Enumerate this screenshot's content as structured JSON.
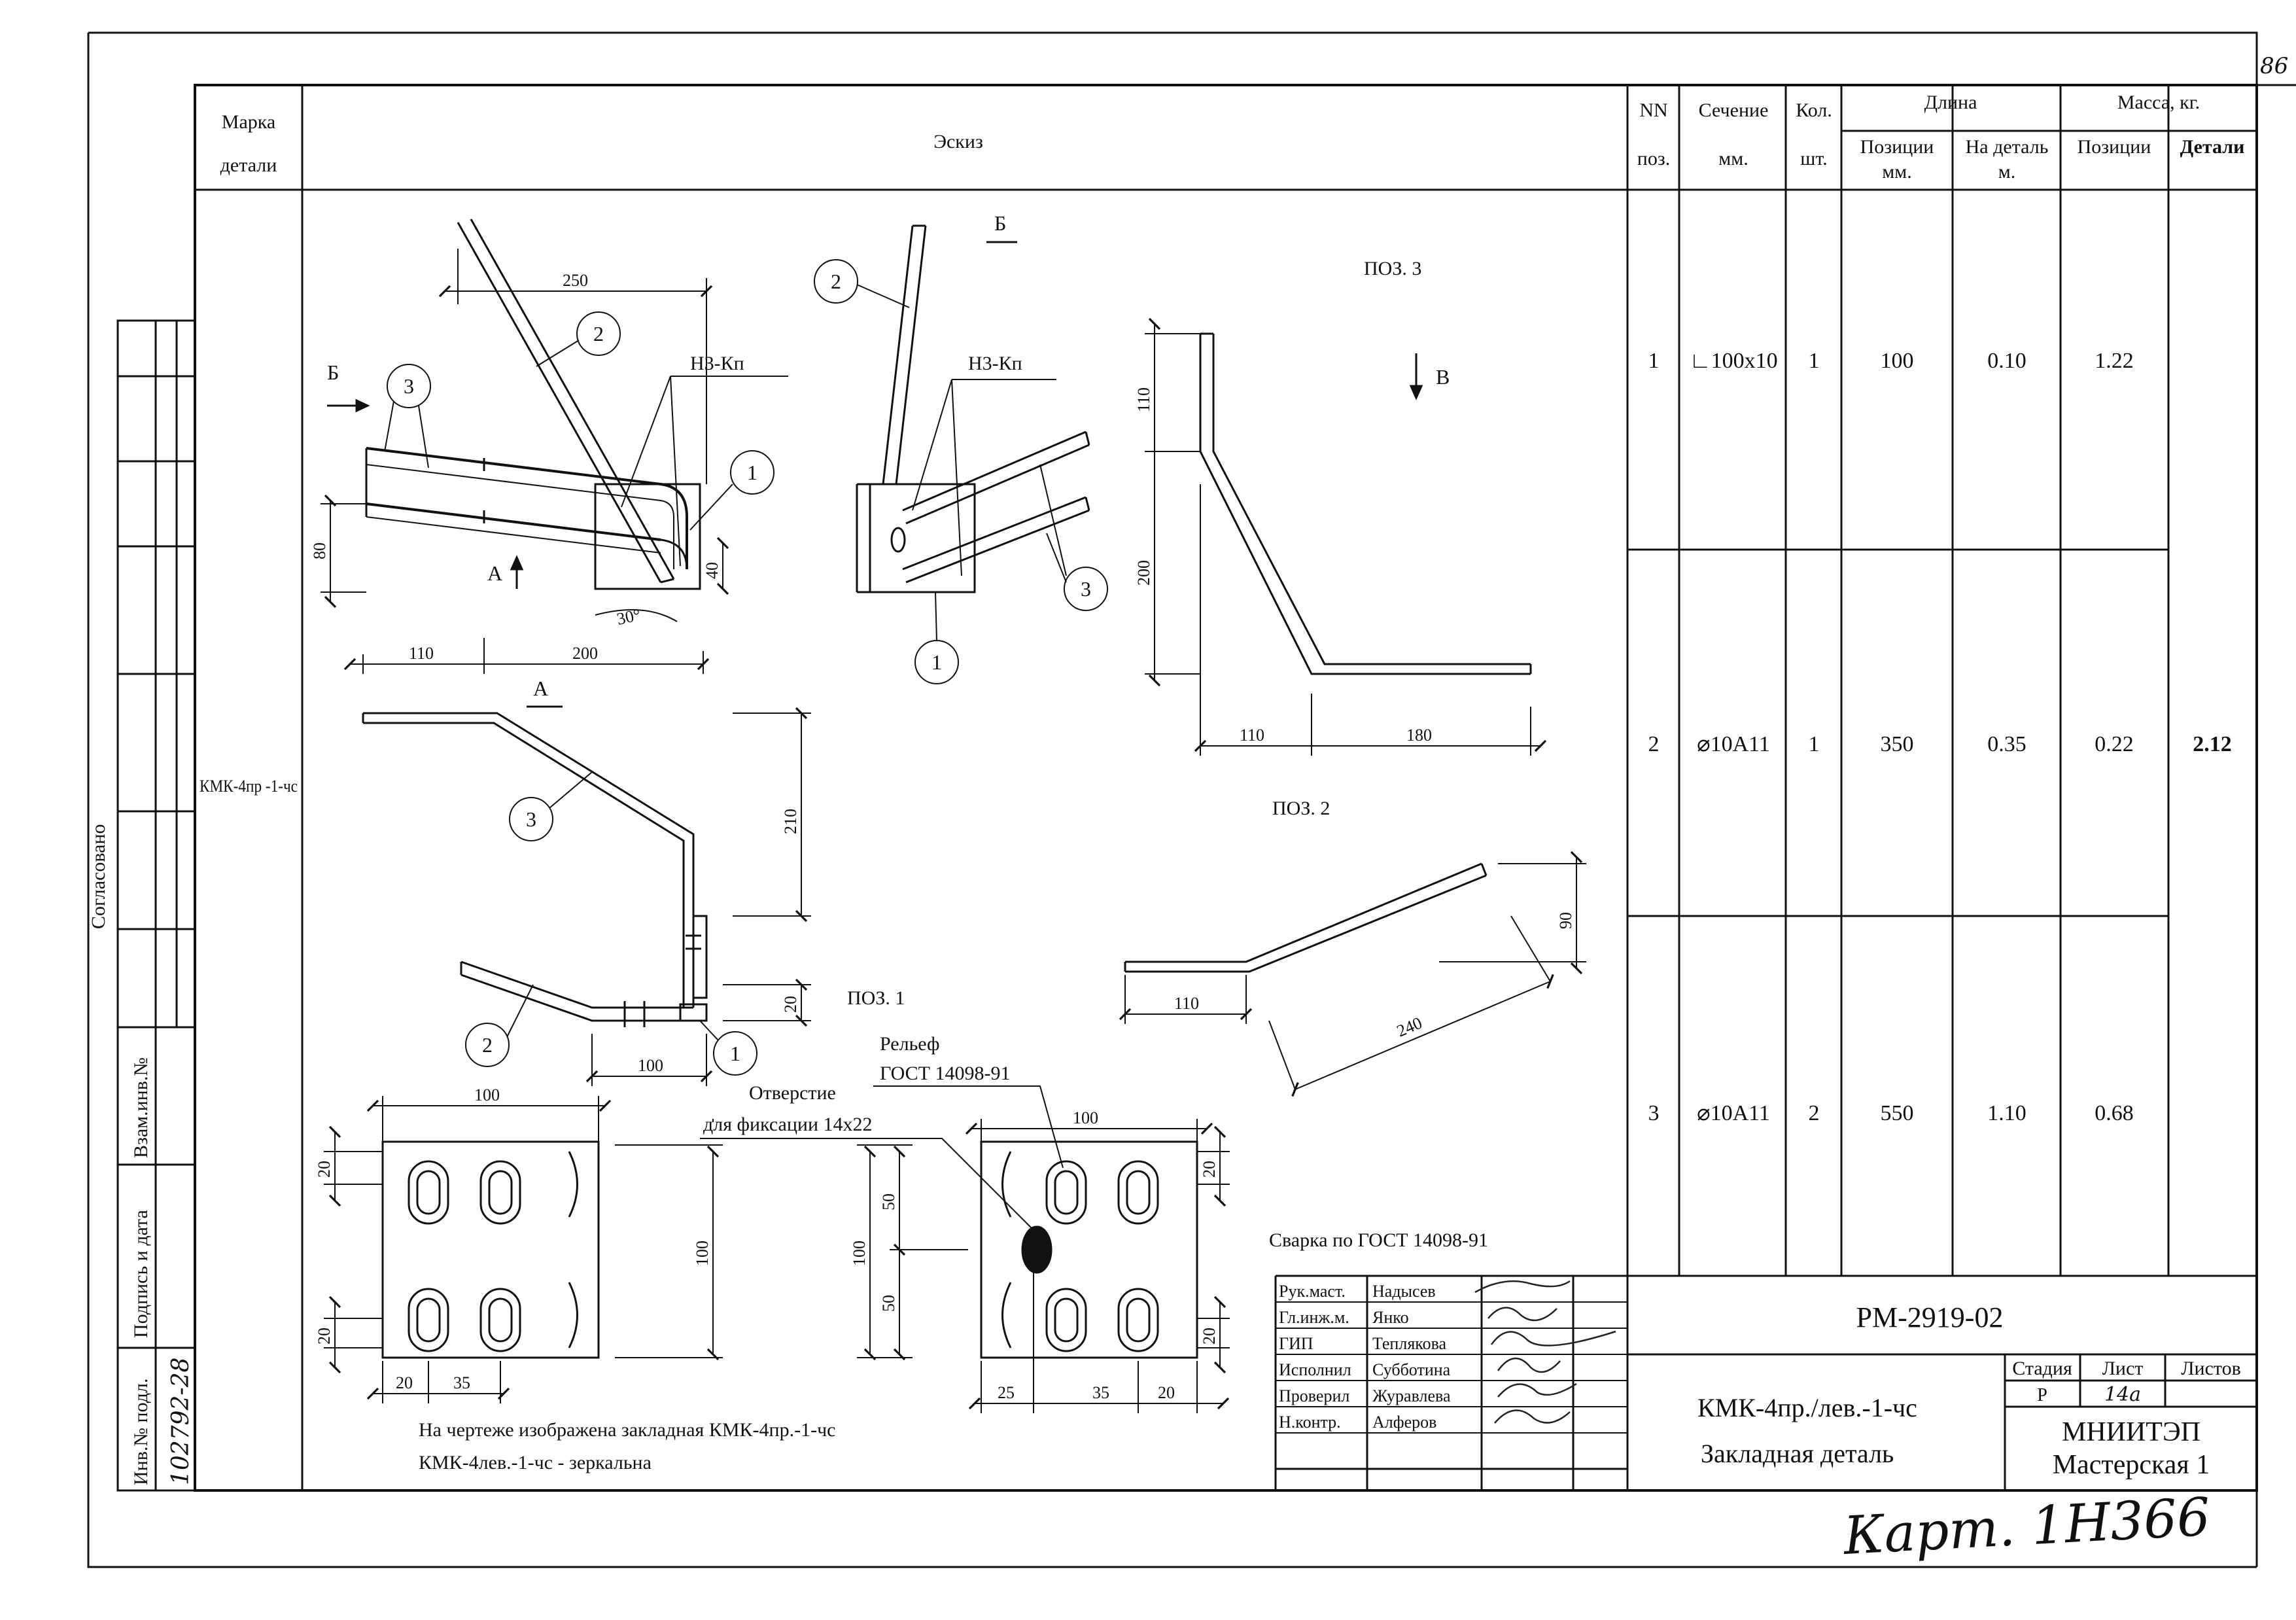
{
  "page_number": "86",
  "stamp_bottom": "Карт. 1Н366",
  "left_margin": {
    "agreed": "Согласовано",
    "replacement_inv": "Взам.инв.№",
    "signature_date": "Подпись и дата",
    "inv_original": "Инв.№ подл.",
    "inv_value": "102792-28"
  },
  "header": {
    "mark_line1": "Марка",
    "mark_line2": "детали",
    "sketch": "Эскиз",
    "nn_line1": "NN",
    "nn_line2": "поз.",
    "section_line1": "Сечение",
    "section_line2": "мм.",
    "qty_line1": "Кол.",
    "qty_line2": "шт.",
    "length": "Длина",
    "len_pos_line1": "Позиции",
    "len_pos_line2": "мм.",
    "len_det_line1": "На деталь",
    "len_det_line2": "м.",
    "mass": "Масса, кг.",
    "mass_pos": "Позиции",
    "mass_det": "Детали"
  },
  "mark": "КМК-4пр -1-чс",
  "rows": [
    {
      "pos": "1",
      "section": "∟100x10",
      "qty": "1",
      "len_pos": "100",
      "len_det": "0.10",
      "mass_pos": "1.22"
    },
    {
      "pos": "2",
      "section": "⌀10А11",
      "qty": "1",
      "len_pos": "350",
      "len_det": "0.35",
      "mass_pos": "0.22"
    },
    {
      "pos": "3",
      "section": "⌀10А11",
      "qty": "2",
      "len_pos": "550",
      "len_det": "1.10",
      "mass_pos": "0.68"
    }
  ],
  "mass_total": "2.12",
  "sketch": {
    "view_b_label": "Б",
    "view_a_label": "А",
    "view_v_label": "В",
    "arrow_b": "Б",
    "arrow_a": "А",
    "weld_mark_1": "Н3-Кп",
    "weld_mark_2": "Н3-Кп",
    "angle": "30°",
    "pos1_title": "ПОЗ. 1",
    "pos2_title": "ПОЗ. 2",
    "pos3_title": "ПОЗ. 3",
    "relief_line1": "Рельеф",
    "relief_line2": "ГОСТ 14098-91",
    "hole_line1": "Отверстие",
    "hole_line2": "для фиксации 14х22",
    "weld_note": "Сварка по ГОСТ 14098-91",
    "note_line1": "На чертеже изображена закладная  КМК-4пр.-1-чс",
    "note_line2": "КМК-4лев.-1-чс - зеркальна",
    "dims": {
      "d250": "250",
      "d80": "80",
      "d40": "40",
      "d110a": "110",
      "d200a": "200",
      "d210": "210",
      "d20a": "20",
      "d100a": "100",
      "d110b": "110",
      "d200b": "200",
      "d110c": "110",
      "d180": "180",
      "d90": "90",
      "d110d": "110",
      "d240": "240",
      "p_w100": "100",
      "p_h100": "100",
      "p_20t": "20",
      "p_20b": "20",
      "p_20l": "20",
      "p_35": "35",
      "r_w100": "100",
      "r_h100": "100",
      "r_50t": "50",
      "r_50b": "50",
      "r_20t": "20",
      "r_20b": "20",
      "r_25": "25",
      "r_35": "35",
      "r_20r": "20"
    },
    "callouts": [
      "1",
      "2",
      "3"
    ]
  },
  "title_block": {
    "code": "РМ-2919-02",
    "name_line1": "КМК-4пр./лев.-1-чс",
    "name_line2": "Закладная деталь",
    "stage_h": "Стадия",
    "sheet_h": "Лист",
    "sheets_h": "Листов",
    "stage": "Р",
    "sheet": "14а",
    "org_line1": "МНИИТЭП",
    "org_line2": "Мастерская 1",
    "staff": [
      {
        "role": "Рук.маст.",
        "name": "Надысев"
      },
      {
        "role": "Гл.инж.м.",
        "name": "Янко"
      },
      {
        "role": "ГИП",
        "name": "Теплякова"
      },
      {
        "role": "Исполнил",
        "name": "Субботина"
      },
      {
        "role": "Проверил",
        "name": "Журавлева"
      },
      {
        "role": "Н.контр.",
        "name": "Алферов"
      }
    ]
  }
}
